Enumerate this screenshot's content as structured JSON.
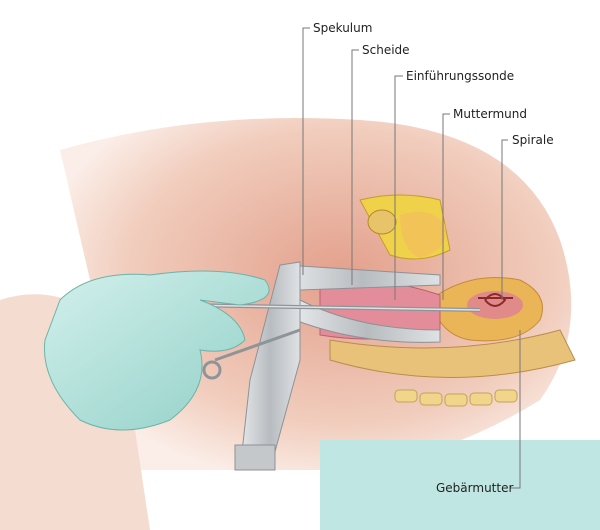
{
  "labels": {
    "spekulum": "Spekulum",
    "scheide": "Scheide",
    "sonde": "Einführungssonde",
    "muttermund": "Muttermund",
    "spirale": "Spirale",
    "gebaermutter": "Gebärmutter"
  },
  "colors": {
    "skin": "#e9b8a6",
    "glove": "#a9ddd6",
    "organ": "#e8b24a",
    "vagina": "#e38d9a",
    "instrument": "#c9ccce"
  }
}
